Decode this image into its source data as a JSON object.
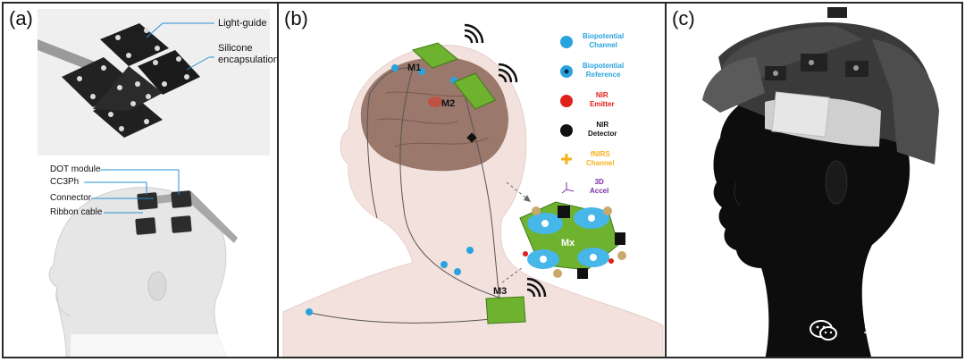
{
  "panels": {
    "a": {
      "label": "(a)",
      "photo_callouts": [
        "Light-guide",
        "Silicone",
        "encapsulation"
      ],
      "diagram_callouts": [
        "DOT module",
        "CC3Ph",
        "Connector",
        "Ribbon cable"
      ]
    },
    "b": {
      "label": "(b)",
      "modules": [
        "M1",
        "M2",
        "M3",
        "Mx"
      ],
      "legend": [
        {
          "line1": "Biopotential",
          "line2": "Channel",
          "color": "#29a3de"
        },
        {
          "line1": "Biopotential",
          "line2": "Reference",
          "color": "#29a3de"
        },
        {
          "line1": "NIR",
          "line2": "Emitter",
          "color": "#e0201b"
        },
        {
          "line1": "NIR",
          "line2": "Detector",
          "color": "#111111"
        },
        {
          "line1": "fNIRS",
          "line2": "Channel",
          "color": "#f3b21a"
        },
        {
          "line1": "3D",
          "line2": "Accel",
          "color": "#7b2fa3"
        }
      ]
    },
    "c": {
      "label": "(c)"
    }
  },
  "watermark": {
    "text": "茗创科技",
    "icon": "wechat-icon"
  }
}
